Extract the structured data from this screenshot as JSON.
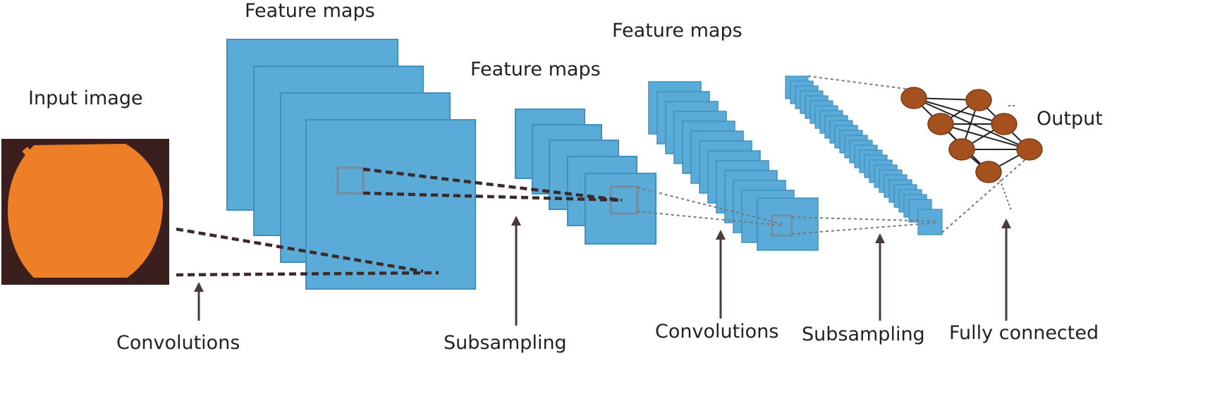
{
  "labels": {
    "input_image": "Input image",
    "feature_maps_1": "Feature maps",
    "feature_maps_2": "Feature maps",
    "feature_maps_3": "Feature maps",
    "output": "Output",
    "convolutions_1": "Convolutions",
    "subsampling_1": "Subsampling",
    "convolutions_2": "Convolutions",
    "subsampling_2": "Subsampling",
    "fully_connected": "Fully connected"
  },
  "colors": {
    "map_fill": "#5aabd8",
    "map_stroke": "#3f8fbf",
    "input_background": "#3b1e1e",
    "input_blob": "#ee7f27",
    "node_fill": "#a4501f",
    "line_color": "#333333",
    "text_color": "#222222"
  }
}
